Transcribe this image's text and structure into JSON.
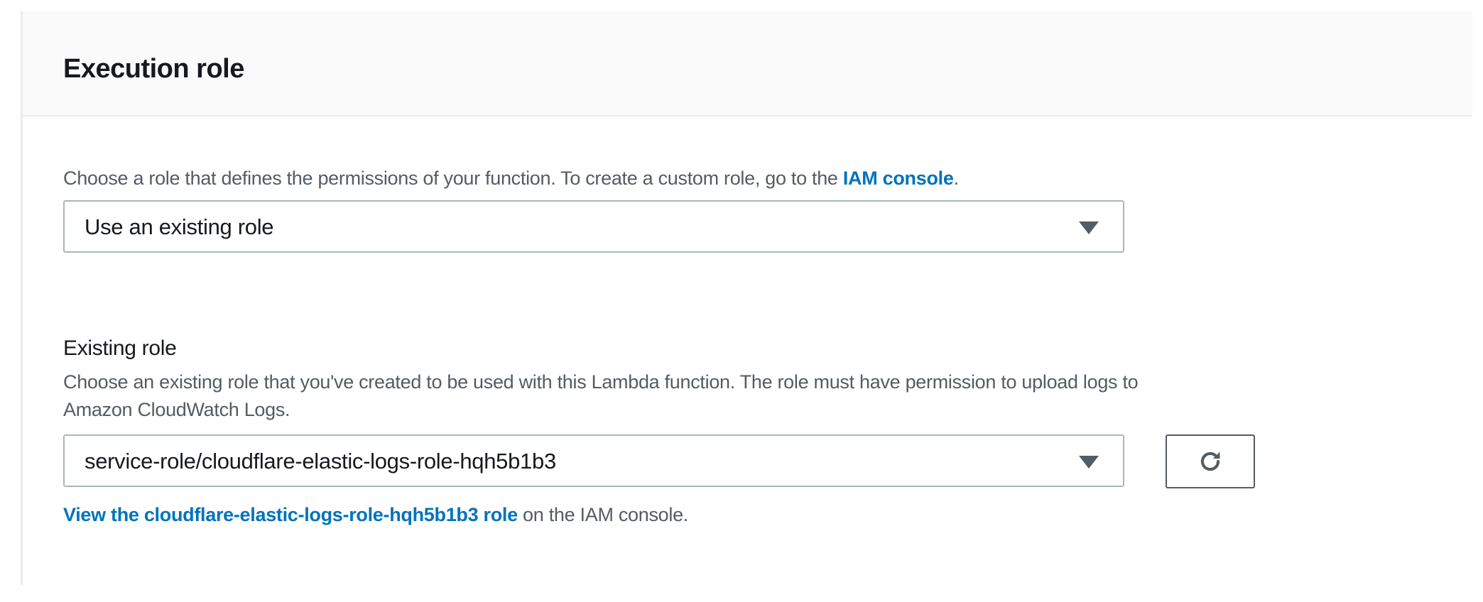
{
  "section": {
    "title": "Execution role",
    "description_prefix": "Choose a role that defines the permissions of your function. To create a custom role, go to the ",
    "iam_console_link": "IAM console",
    "description_suffix": ".",
    "role_type_select": {
      "value": "Use an existing role"
    },
    "existing_role": {
      "label": "Existing role",
      "description_line1": "Choose an existing role that you've created to be used with this Lambda function. The role must have permission to upload logs to",
      "description_line2": "Amazon CloudWatch Logs.",
      "select": {
        "value": "service-role/cloudflare-elastic-logs-role-hqh5b1b3"
      },
      "refresh_icon": "refresh-icon",
      "view_link": "View the cloudflare-elastic-logs-role-hqh5b1b3 role",
      "view_suffix": " on the IAM console."
    }
  },
  "colors": {
    "link": "#0073bb",
    "text_secondary": "#545b64",
    "border": "#aab7b8",
    "header_bg": "#fafafa"
  }
}
